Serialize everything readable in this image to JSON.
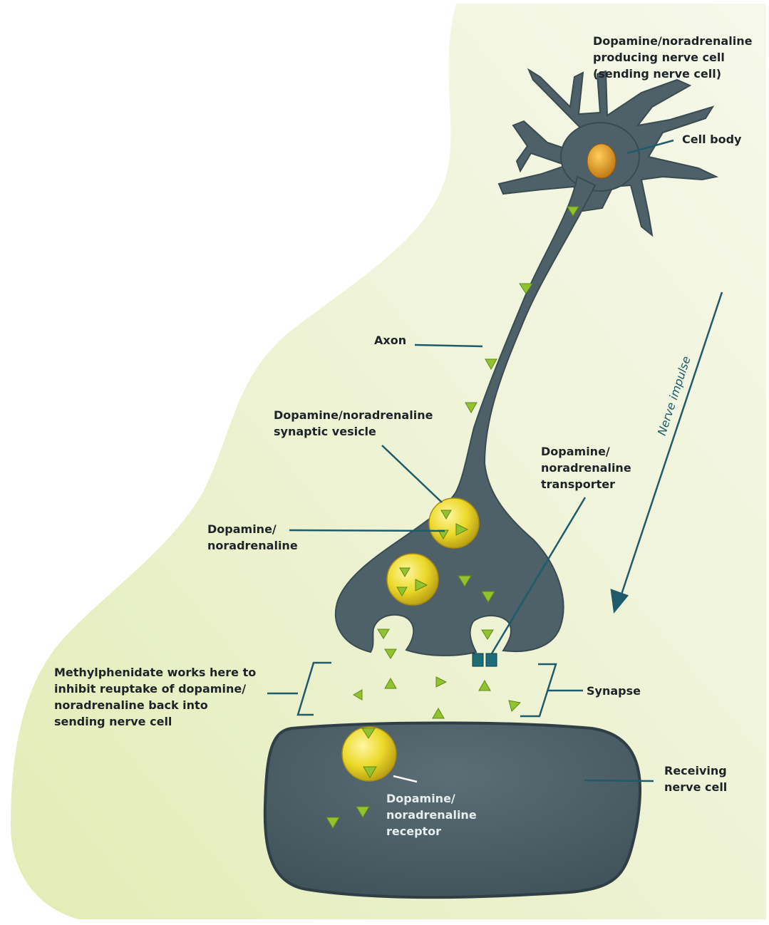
{
  "labels": {
    "sending_cell": "Dopamine/noradrenaline\nproducing nerve cell\n(sending nerve cell)",
    "cell_body": "Cell body",
    "axon": "Axon",
    "vesicle": "Dopamine/noradrenaline\nsynaptic vesicle",
    "transporter": "Dopamine/\nnoradrenaline\ntransporter",
    "dopamine": "Dopamine/\nnoradrenaline",
    "methylphenidate": "Methylphenidate works here to\ninhibit reuptake of dopamine/\nnoradrenaline back into\nsending nerve cell",
    "synapse": "Synapse",
    "receiving_cell": "Receiving\nnerve cell",
    "receptor": "Dopamine/\nnoradrenaline\nreceptor",
    "nerve_impulse": "Nerve impulse"
  },
  "colors": {
    "cell": "#4f6168",
    "cell_dark": "#34454b",
    "background_wash": "#e8efc9",
    "leader_line": "#1e5b6b",
    "vesicle": "#e8d627",
    "molecule": "#8dbb2c",
    "nucleus": "#e39a1b",
    "transporter": "#1e6c78"
  }
}
